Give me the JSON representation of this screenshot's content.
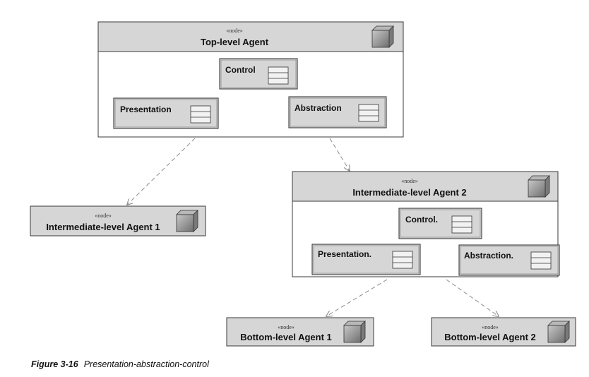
{
  "nodes": {
    "top": {
      "stereotype": "«node»",
      "name": "Top-level Agent",
      "components": {
        "control": "Control",
        "presentation": "Presentation",
        "abstraction": "Abstraction"
      }
    },
    "intermediate1": {
      "stereotype": "«node»",
      "name": "Intermediate-level Agent 1"
    },
    "intermediate2": {
      "stereotype": "«node»",
      "name": "Intermediate-level Agent 2",
      "components": {
        "control": "Control.",
        "presentation": "Presentation.",
        "abstraction": "Abstraction."
      }
    },
    "bottom1": {
      "stereotype": "«node»",
      "name": "Bottom-level Agent 1"
    },
    "bottom2": {
      "stereotype": "«node»",
      "name": "Bottom-level Agent 2"
    }
  },
  "caption": {
    "figure": "Figure 3-16",
    "text": "Presentation-abstraction-control"
  },
  "colors": {
    "header_fill": "#d6d6d6",
    "border": "#3a3a3a",
    "edge": "#8a8a8a",
    "cube": "#9a9a9a"
  }
}
